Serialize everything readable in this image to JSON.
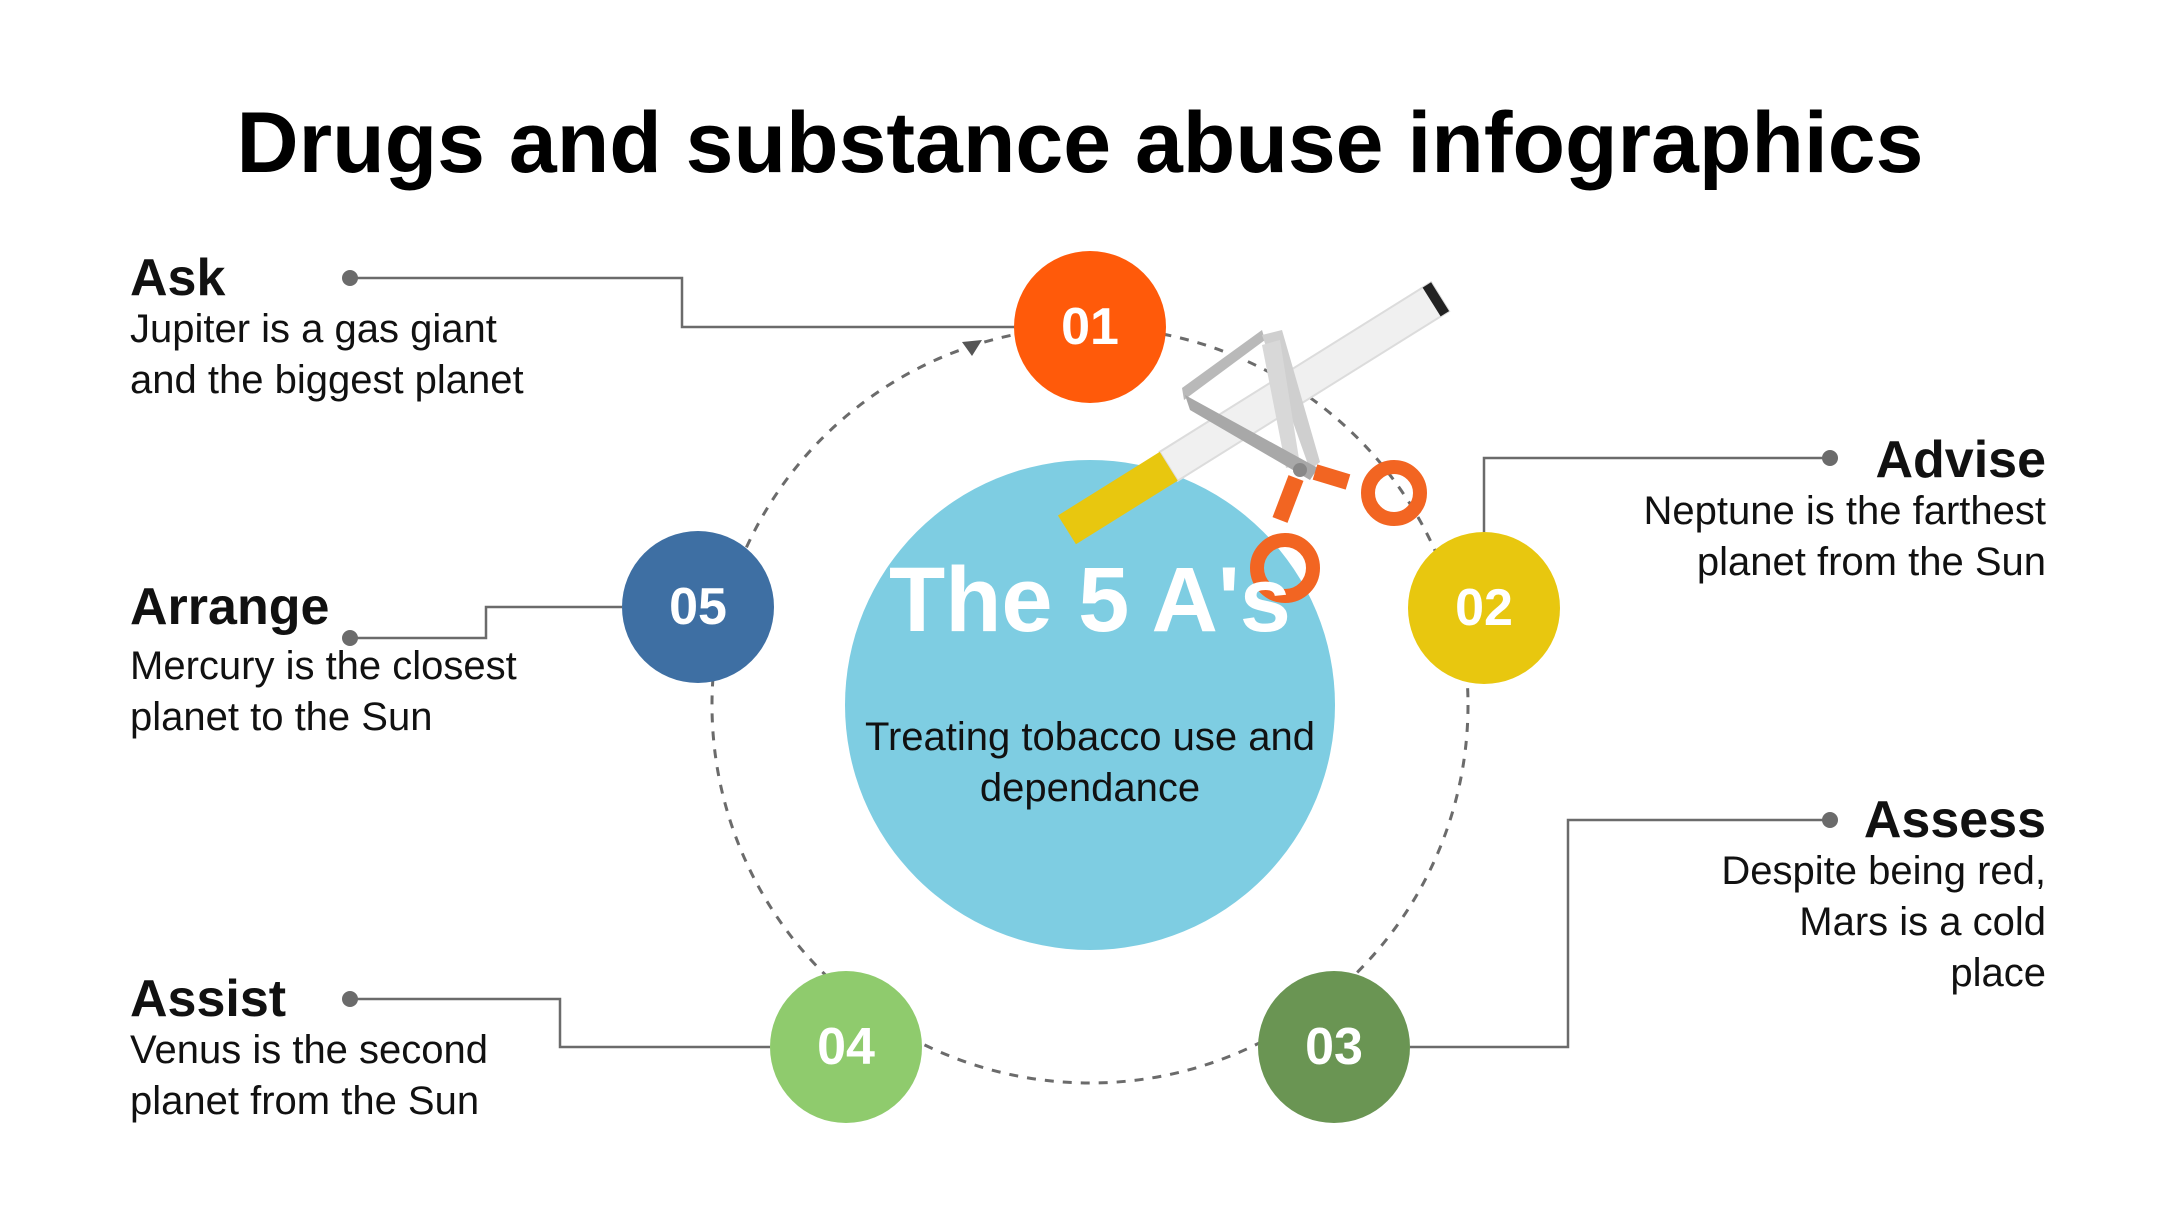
{
  "title": "Drugs and substance abuse infographics",
  "center": {
    "title": "The 5 A's",
    "subtitle": "Treating tobacco use and dependance",
    "color": "#7ECDE2"
  },
  "steps": [
    {
      "number": "01",
      "heading": "Ask",
      "description": "Jupiter is a gas giant and the biggest planet",
      "color": "#FF5A0A"
    },
    {
      "number": "02",
      "heading": "Advise",
      "description": "Neptune is the farthest planet from the Sun",
      "color": "#E8C70F"
    },
    {
      "number": "03",
      "heading": "Assess",
      "description": "Despite being red, Mars is a cold place",
      "color": "#6A9553"
    },
    {
      "number": "04",
      "heading": "Assist",
      "description": "Venus is the second planet from the Sun",
      "color": "#8FCB6D"
    },
    {
      "number": "05",
      "heading": "Arrange",
      "description": "Mercury is the closest planet to the Sun",
      "color": "#3E6FA3"
    }
  ],
  "icons": {
    "illustration": "scissors-cutting-cigarette-icon"
  },
  "colors": {
    "connector": "#6b6b6b",
    "dashed_ring": "#6b6b6b",
    "scissors_handle": "#F26522",
    "scissors_blade": "#B9B9B9",
    "cigarette_filter": "#E8C70F",
    "cigarette_body": "#F0F0F0"
  }
}
